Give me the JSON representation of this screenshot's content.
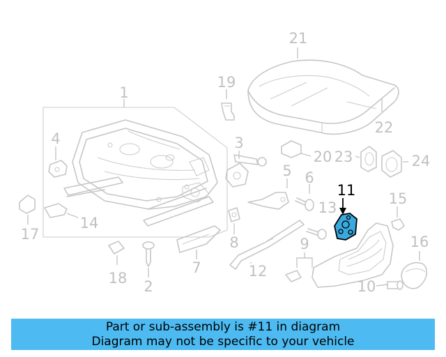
{
  "diagram": {
    "highlight": "11",
    "highlight_color": "#3aa9de",
    "callouts": [
      "1",
      "2",
      "3",
      "4",
      "5",
      "6",
      "7",
      "8",
      "9",
      "10",
      "11",
      "12",
      "13",
      "14",
      "15",
      "16",
      "17",
      "18",
      "19",
      "20",
      "21",
      "22",
      "23",
      "24"
    ]
  },
  "banner": {
    "line1": "Part or sub-assembly is #11 in diagram",
    "line2": "Diagram may not be specific to your vehicle",
    "color": "#4dbbf2"
  }
}
